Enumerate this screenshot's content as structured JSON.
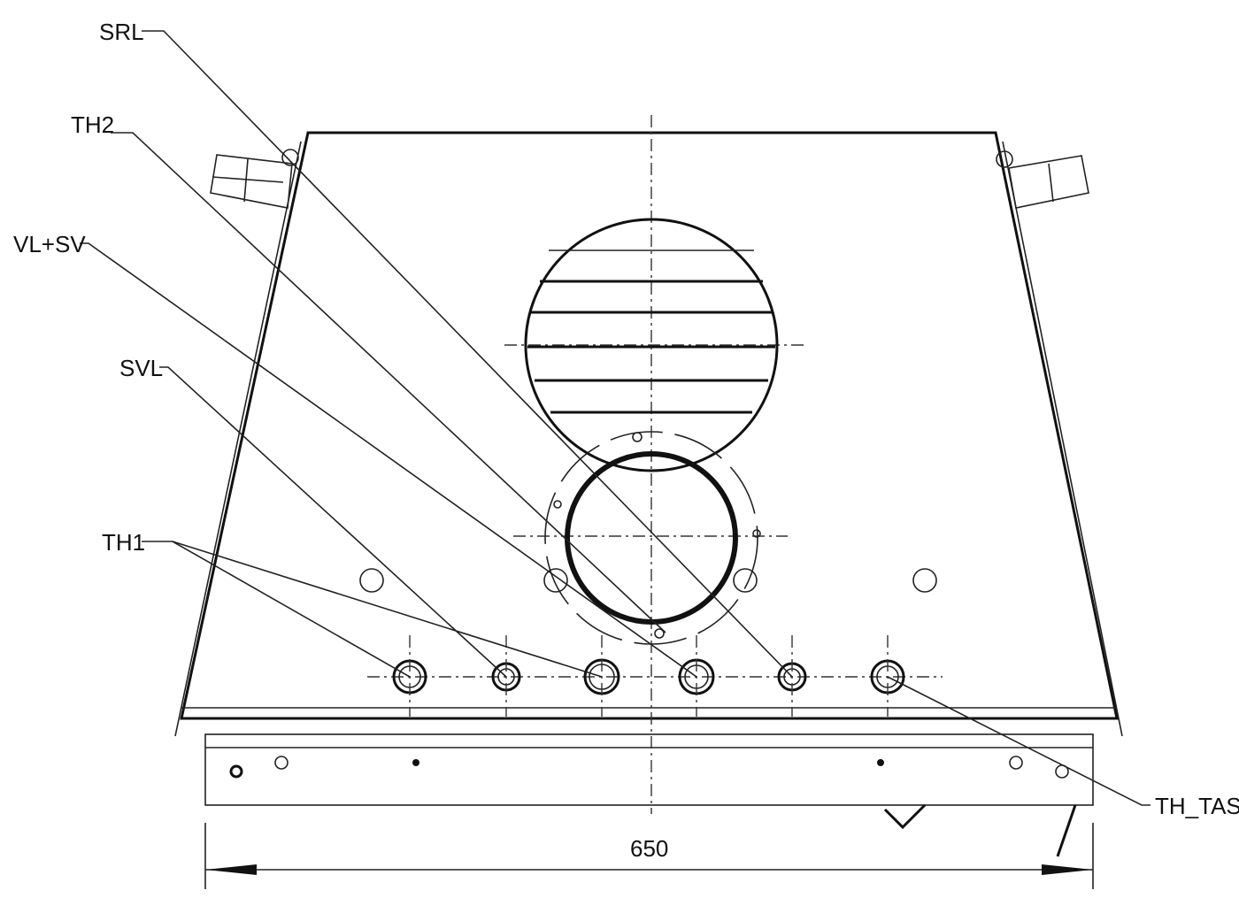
{
  "labels": {
    "srl": "SRL",
    "th2": "TH2",
    "vl_sv": "VL+SV",
    "svl": "SVL",
    "th1": "TH1",
    "th_tas": "TH_TAS"
  },
  "dimension": {
    "width_value": "650"
  }
}
